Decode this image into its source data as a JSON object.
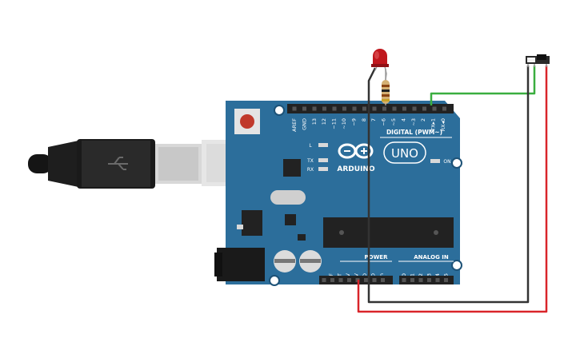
{
  "board": {
    "brand": "ARDUINO",
    "model": "UNO",
    "digital_header_label": "DIGITAL (PWM~)",
    "power_label": "POWER",
    "analog_label": "ANALOG IN",
    "on_label": "ON",
    "led_l_label": "L",
    "tx_label": "TX",
    "rx_label": "RX",
    "digital_pins": [
      "AREF",
      "GND",
      "13",
      "12",
      "~11",
      "~10",
      "~9",
      "8",
      "7",
      "~6",
      "~5",
      "4",
      "~3",
      "2",
      "TX▸1",
      "RX◂0"
    ],
    "power_pins": [
      "IOREF",
      "RESET",
      "3.3V",
      "5V",
      "GND",
      "GND",
      "Vin"
    ],
    "analog_pins": [
      "A0",
      "A1",
      "A2",
      "A3",
      "A4",
      "A5"
    ]
  },
  "colors": {
    "board": "#2C6E9B",
    "header": "#222222",
    "led": "#C0171D",
    "wire_green": "#3AAE3F",
    "wire_red": "#D9252A",
    "wire_black": "#333333"
  },
  "components": {
    "usb_cable": "usb-b-cable-icon",
    "led": "red-led-icon",
    "resistor": "resistor-icon",
    "switch": "slide-switch-icon"
  }
}
